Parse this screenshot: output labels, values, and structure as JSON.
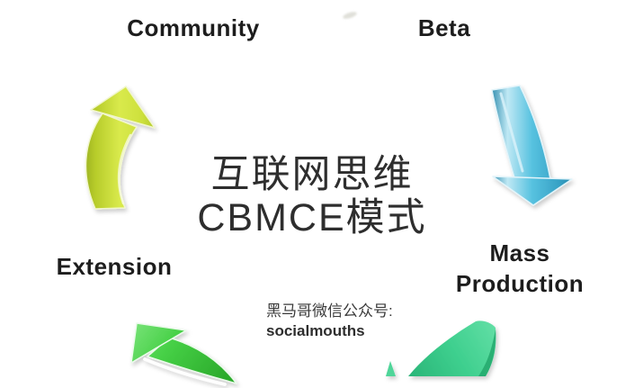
{
  "diagram": {
    "center_title": {
      "line1": "互联网思维",
      "line2": "CBMCE模式"
    },
    "stages": {
      "community": "Community",
      "beta": "Beta",
      "mass_line1": "Mass",
      "mass_line2": "Production",
      "extension": "Extension"
    },
    "watermark": {
      "line1": "黑马哥微信公众号:",
      "line2": "socialmouths"
    },
    "arrows": [
      {
        "name": "community-arrow",
        "direction": "up",
        "color": "#cfe23a"
      },
      {
        "name": "beta-arrow",
        "direction": "down",
        "color": "#49b8d8"
      },
      {
        "name": "extension-arrow",
        "direction": "up-left",
        "color": "#46d046"
      },
      {
        "name": "mass-production-arrow",
        "direction": "down-left",
        "color": "#3ecf8e"
      }
    ],
    "text_color": "#2e2e2e",
    "background_color": "#ffffff"
  }
}
